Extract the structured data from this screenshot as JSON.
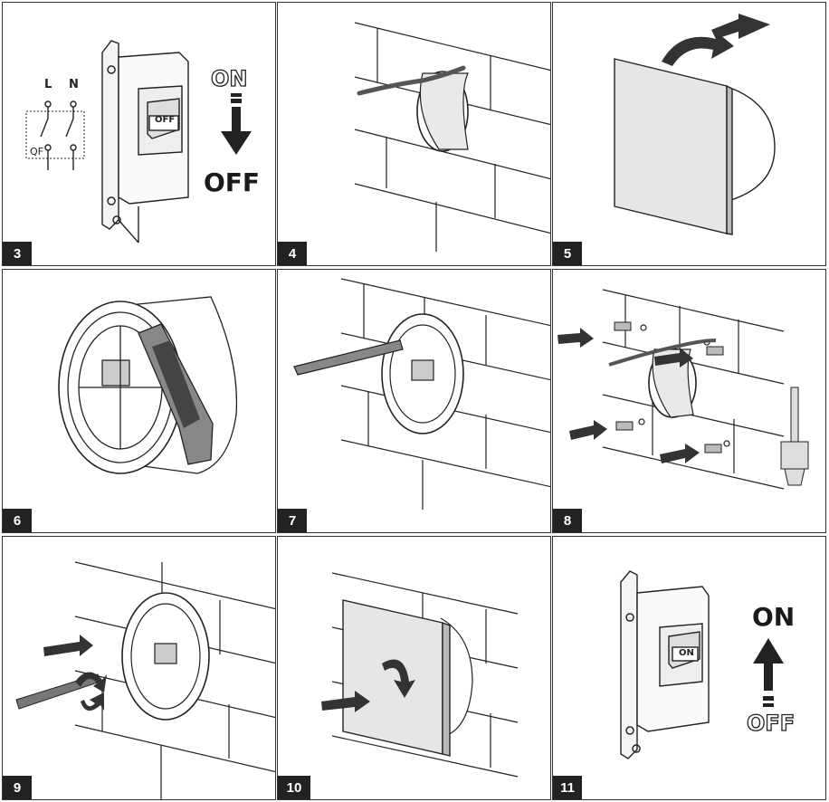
{
  "steps": [
    {
      "number": "3"
    },
    {
      "number": "4"
    },
    {
      "number": "5"
    },
    {
      "number": "6"
    },
    {
      "number": "7"
    },
    {
      "number": "8"
    },
    {
      "number": "9"
    },
    {
      "number": "10"
    },
    {
      "number": "11"
    }
  ],
  "switch_labels": {
    "on": "ON",
    "off": "OFF",
    "line": "L",
    "neutral": "N",
    "breaker": "QF",
    "toggle_off": "OFF",
    "toggle_on": "ON"
  }
}
